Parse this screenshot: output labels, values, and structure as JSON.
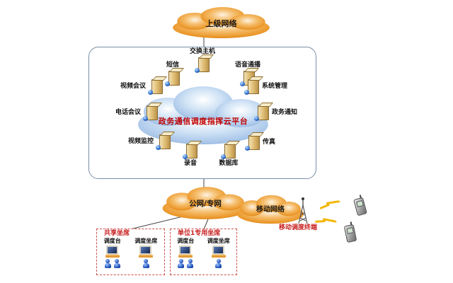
{
  "clouds": {
    "top": "上级网络",
    "public": "公网/专网",
    "mobile": "移动网络"
  },
  "platform": {
    "title": "政务通信调度指挥云平台",
    "services": [
      {
        "label": "交换主机"
      },
      {
        "label": "短信"
      },
      {
        "label": "语音通播"
      },
      {
        "label": "视频会议"
      },
      {
        "label": "系统管理"
      },
      {
        "label": "电话会议"
      },
      {
        "label": "政务通知"
      },
      {
        "label": "视频监控"
      },
      {
        "label": "传真"
      },
      {
        "label": "录音"
      },
      {
        "label": "数据库"
      }
    ]
  },
  "mobile_terminal_label": "移动调度终端",
  "seats": [
    {
      "title": "共享坐席",
      "stations": [
        {
          "label": "调度台"
        },
        {
          "label": "调度坐席"
        }
      ]
    },
    {
      "title": "单位1专用坐席",
      "stations": [
        {
          "label": "调度台"
        },
        {
          "label": "调度坐席"
        }
      ]
    }
  ],
  "colors": {
    "cloud_orange": "#ec9a2e",
    "cloud_blue": "#a6c4e8",
    "accent_red": "#c82020",
    "server_tan": "#ddb96e"
  }
}
